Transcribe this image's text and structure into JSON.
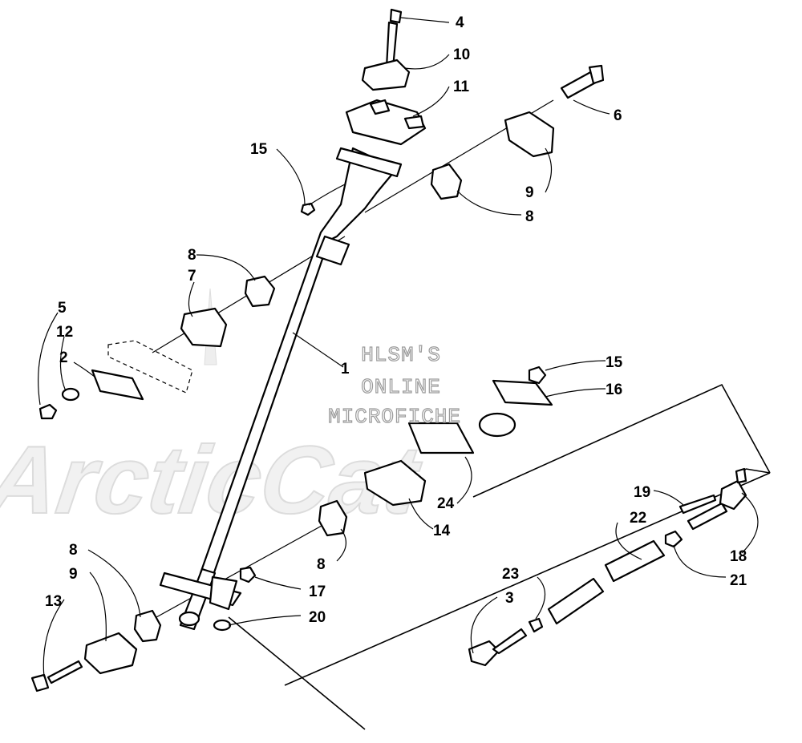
{
  "watermark": {
    "line1": "HLSM'S",
    "line2": "ONLINE",
    "line3": "MICROFICHE",
    "logo": "ArcticCat"
  },
  "callouts": [
    {
      "id": "c4",
      "label": "4"
    },
    {
      "id": "c10",
      "label": "10"
    },
    {
      "id": "c11",
      "label": "11"
    },
    {
      "id": "c6",
      "label": "6"
    },
    {
      "id": "c15a",
      "label": "15"
    },
    {
      "id": "c9a",
      "label": "9"
    },
    {
      "id": "c8a",
      "label": "8"
    },
    {
      "id": "c8b",
      "label": "8"
    },
    {
      "id": "c7",
      "label": "7"
    },
    {
      "id": "c5",
      "label": "5"
    },
    {
      "id": "c12",
      "label": "12"
    },
    {
      "id": "c2",
      "label": "2"
    },
    {
      "id": "c1",
      "label": "1"
    },
    {
      "id": "c15b",
      "label": "15"
    },
    {
      "id": "c16",
      "label": "16"
    },
    {
      "id": "c24",
      "label": "24"
    },
    {
      "id": "c14",
      "label": "14"
    },
    {
      "id": "c8c",
      "label": "8"
    },
    {
      "id": "c19",
      "label": "19"
    },
    {
      "id": "c22",
      "label": "22"
    },
    {
      "id": "c18",
      "label": "18"
    },
    {
      "id": "c21",
      "label": "21"
    },
    {
      "id": "c23",
      "label": "23"
    },
    {
      "id": "c3",
      "label": "3"
    },
    {
      "id": "c17",
      "label": "17"
    },
    {
      "id": "c20",
      "label": "20"
    },
    {
      "id": "c8d",
      "label": "8"
    },
    {
      "id": "c9b",
      "label": "9"
    },
    {
      "id": "c13",
      "label": "13"
    }
  ]
}
